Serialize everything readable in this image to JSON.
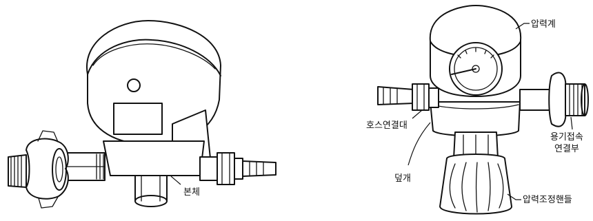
{
  "figure": {
    "left_view": {
      "labels": {
        "body": "본체"
      }
    },
    "right_view": {
      "labels": {
        "pressure_gauge": "압력계",
        "hose_connector": "호스연결대",
        "cover": "덮개",
        "cylinder_connection_line1": "용기접속",
        "cylinder_connection_line2": "연결부",
        "pressure_handle": "압력조정핸들"
      }
    }
  },
  "colors": {
    "line": "#111111",
    "background": "#ffffff"
  }
}
